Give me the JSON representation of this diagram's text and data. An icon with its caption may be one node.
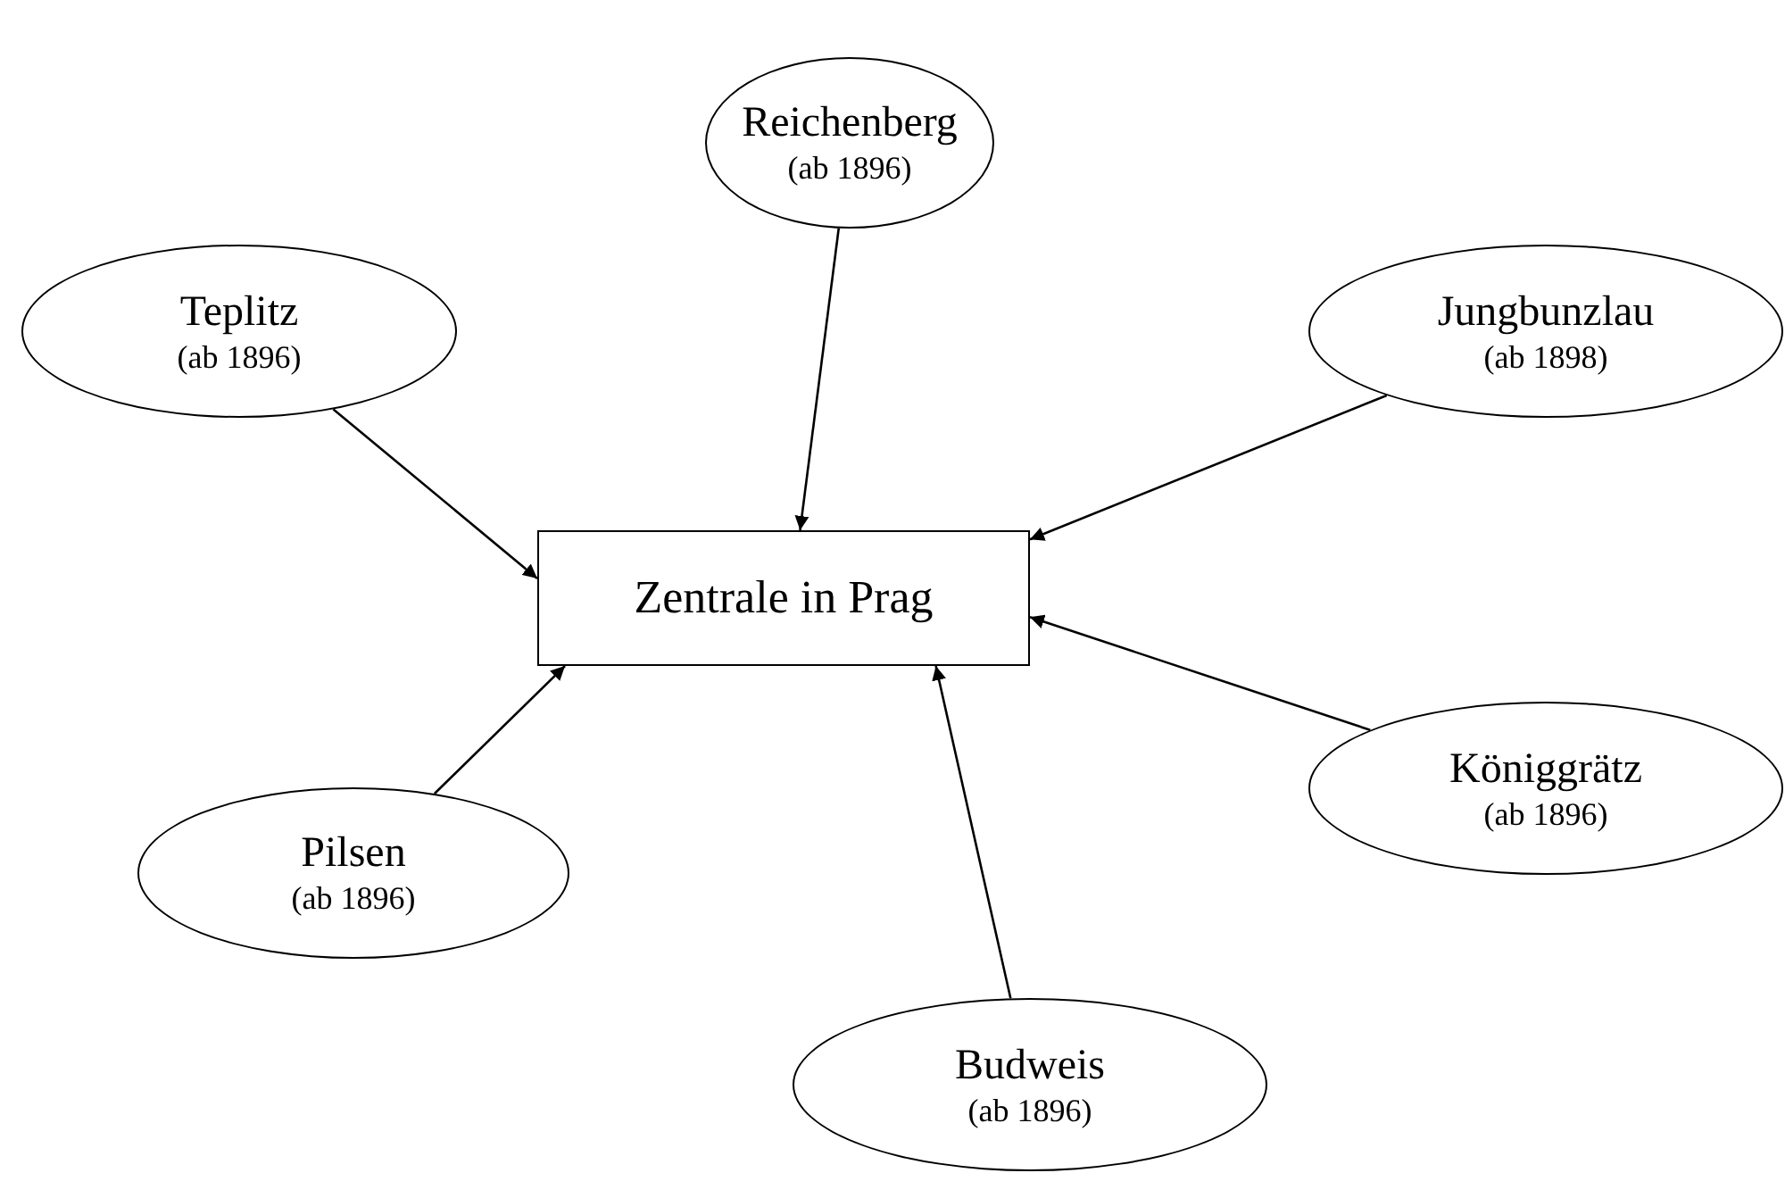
{
  "diagram": {
    "nodes": [
      {
        "text": [
          "Reichenberg",
          "(ab 1896)"
        ]
      },
      {
        "text": [
          "Teplitz",
          "(ab 1896)"
        ]
      },
      {
        "text": [
          "Jungbunzlau",
          "(ab 1898)"
        ]
      },
      {
        "text": [
          "Zentrale in Prag"
        ]
      },
      {
        "text": [
          "Königgrätz",
          "(ab 1896)"
        ]
      },
      {
        "text": [
          "Pilsen",
          "(ab 1896)"
        ]
      },
      {
        "text": [
          "Budweis",
          "(ab 1896)"
        ]
      }
    ],
    "edges": [
      {
        "from": 0,
        "to": 3,
        "arrow": "to"
      },
      {
        "from": 1,
        "to": 3,
        "arrow": "to"
      },
      {
        "from": 2,
        "to": 3,
        "arrow": "to"
      },
      {
        "from": 4,
        "to": 3,
        "arrow": "to"
      },
      {
        "from": 5,
        "to": 3,
        "arrow": "to"
      },
      {
        "from": 6,
        "to": 3,
        "arrow": "to"
      }
    ]
  }
}
